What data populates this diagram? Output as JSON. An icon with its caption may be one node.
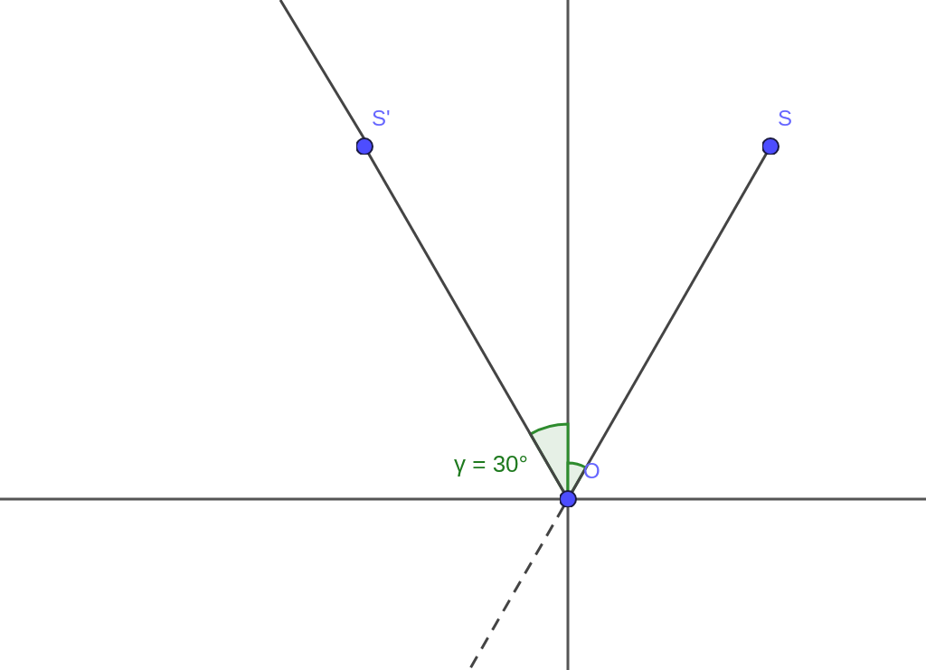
{
  "diagram": {
    "nodes": [
      {
        "text": [
          "S'"
        ]
      },
      {
        "text": [
          "S"
        ]
      },
      {
        "text": [
          "O"
        ]
      }
    ],
    "edges": [
      {
        "from": 0,
        "to": 2,
        "arrow": "none"
      },
      {
        "from": 2,
        "to": 1,
        "arrow": "none"
      },
      {
        "from": 2,
        "to": null,
        "arrow": "none",
        "style": "dashed"
      }
    ],
    "labels": [
      "γ = 30°"
    ]
  }
}
